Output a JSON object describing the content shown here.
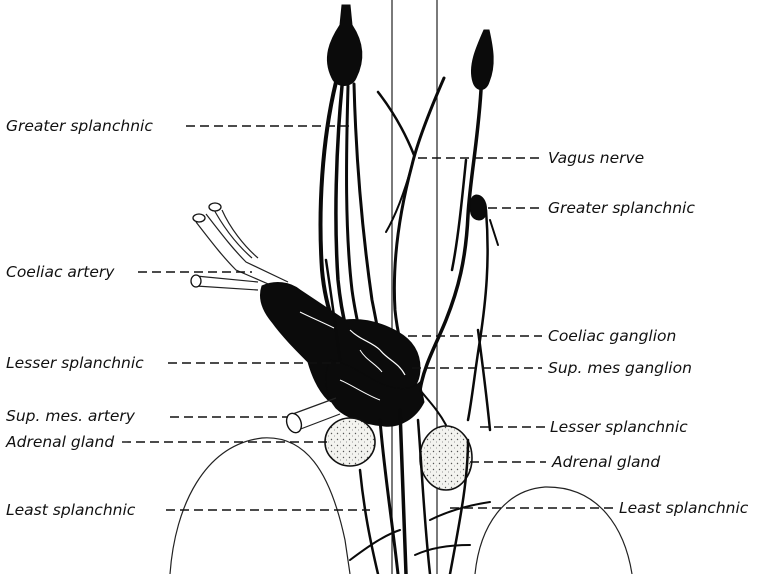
{
  "labels": {
    "greater_splanchnic_left": "Greater splanchnic",
    "coeliac_artery": "Coeliac artery",
    "lesser_splanchnic_left": "Lesser splanchnic",
    "sup_mes_artery": "Sup. mes. artery",
    "adrenal_gland_left": "Adrenal gland",
    "least_splanchnic_left": "Least splanchnic",
    "vagus_nerve": "Vagus nerve",
    "greater_splanchnic_right": "Greater splanchnic",
    "coeliac_ganglion": "Coeliac ganglion",
    "sup_mes_ganglion": "Sup. mes ganglion",
    "lesser_splanchnic_right": "Lesser splanchnic",
    "adrenal_gland_right": "Adrenal gland",
    "least_splanchnic_right": "Least splanchnic"
  },
  "colors": {
    "ink": "#0b0b0b",
    "background": "#ffffff",
    "adrenal_fill": "#f2f2ee"
  }
}
